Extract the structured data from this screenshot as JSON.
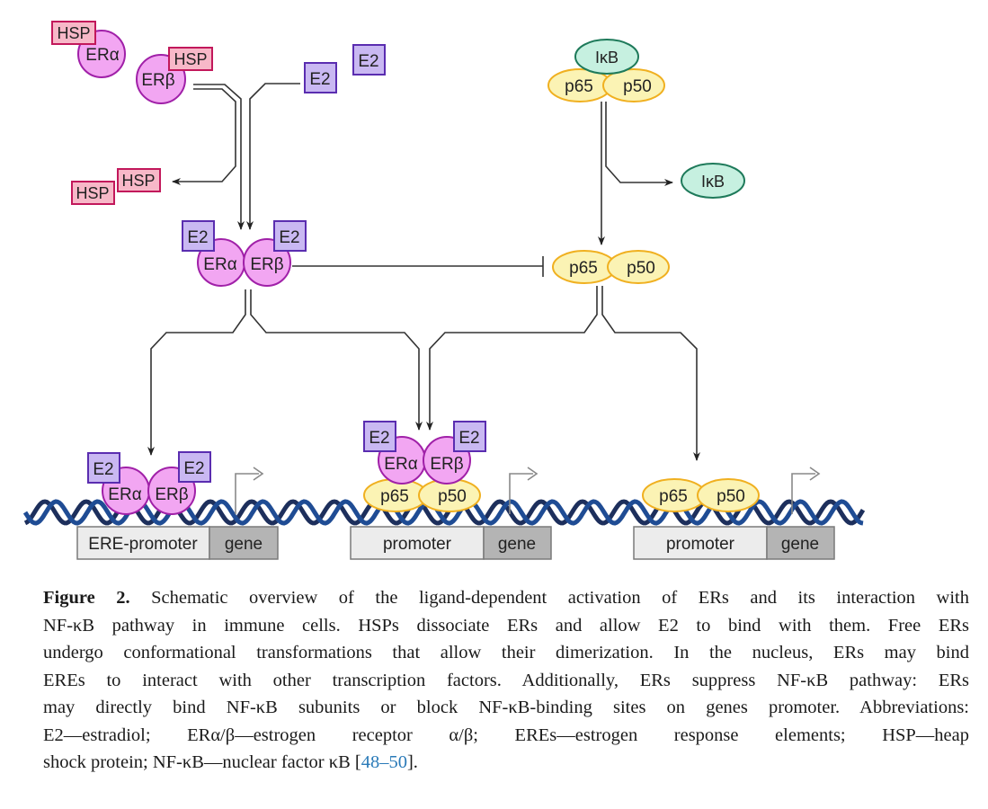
{
  "diagram": {
    "labels": {
      "hsp": "HSP",
      "er_alpha": "ERα",
      "er_beta": "ERβ",
      "e2": "E2",
      "ikb": "IκB",
      "p65": "p65",
      "p50": "p50",
      "ere_promoter": "ERE-promoter",
      "promoter": "promoter",
      "gene": "gene"
    },
    "colors": {
      "hsp_fill": "#f7b8c8",
      "hsp_stroke": "#c2185b",
      "er_fill": "#f2a6f2",
      "er_stroke": "#a020a8",
      "e2_fill": "#c9b8f2",
      "e2_stroke": "#5a2db0",
      "ikb_fill": "#c6f0e0",
      "ikb_stroke": "#1e7a5a",
      "nfkb_fill": "#fbf3b4",
      "nfkb_stroke": "#f0b020",
      "dna_dark": "#1d2f5c",
      "dna_light": "#1f4c94",
      "promoter_fill": "#ececec",
      "gene_fill": "#b4b4b4",
      "arrow": "#333333"
    }
  },
  "caption": {
    "label": "Figure 2.",
    "lines": [
      "Schematic overview of the ligand-dependent activation of ERs and its interaction with",
      "NF-κB pathway in immune cells. HSPs dissociate ERs and allow E2 to bind with them. Free ERs",
      "undergo conformational transformations that allow their dimerization. In the nucleus, ERs may bind",
      "EREs to interact with other transcription factors. Additionally, ERs suppress NF-κB pathway: ERs",
      "may directly bind NF-κB subunits or block NF-κB-binding sites on genes promoter. Abbreviations:",
      "E2—estradiol; ERα/β—estrogen receptor α/β; EREs—estrogen response elements; HSP—heap",
      "shock protein; NF-κB—nuclear factor κB ["
    ],
    "ref_start": "48",
    "ref_dash": "–",
    "ref_end": "50",
    "ref_close": "]."
  }
}
